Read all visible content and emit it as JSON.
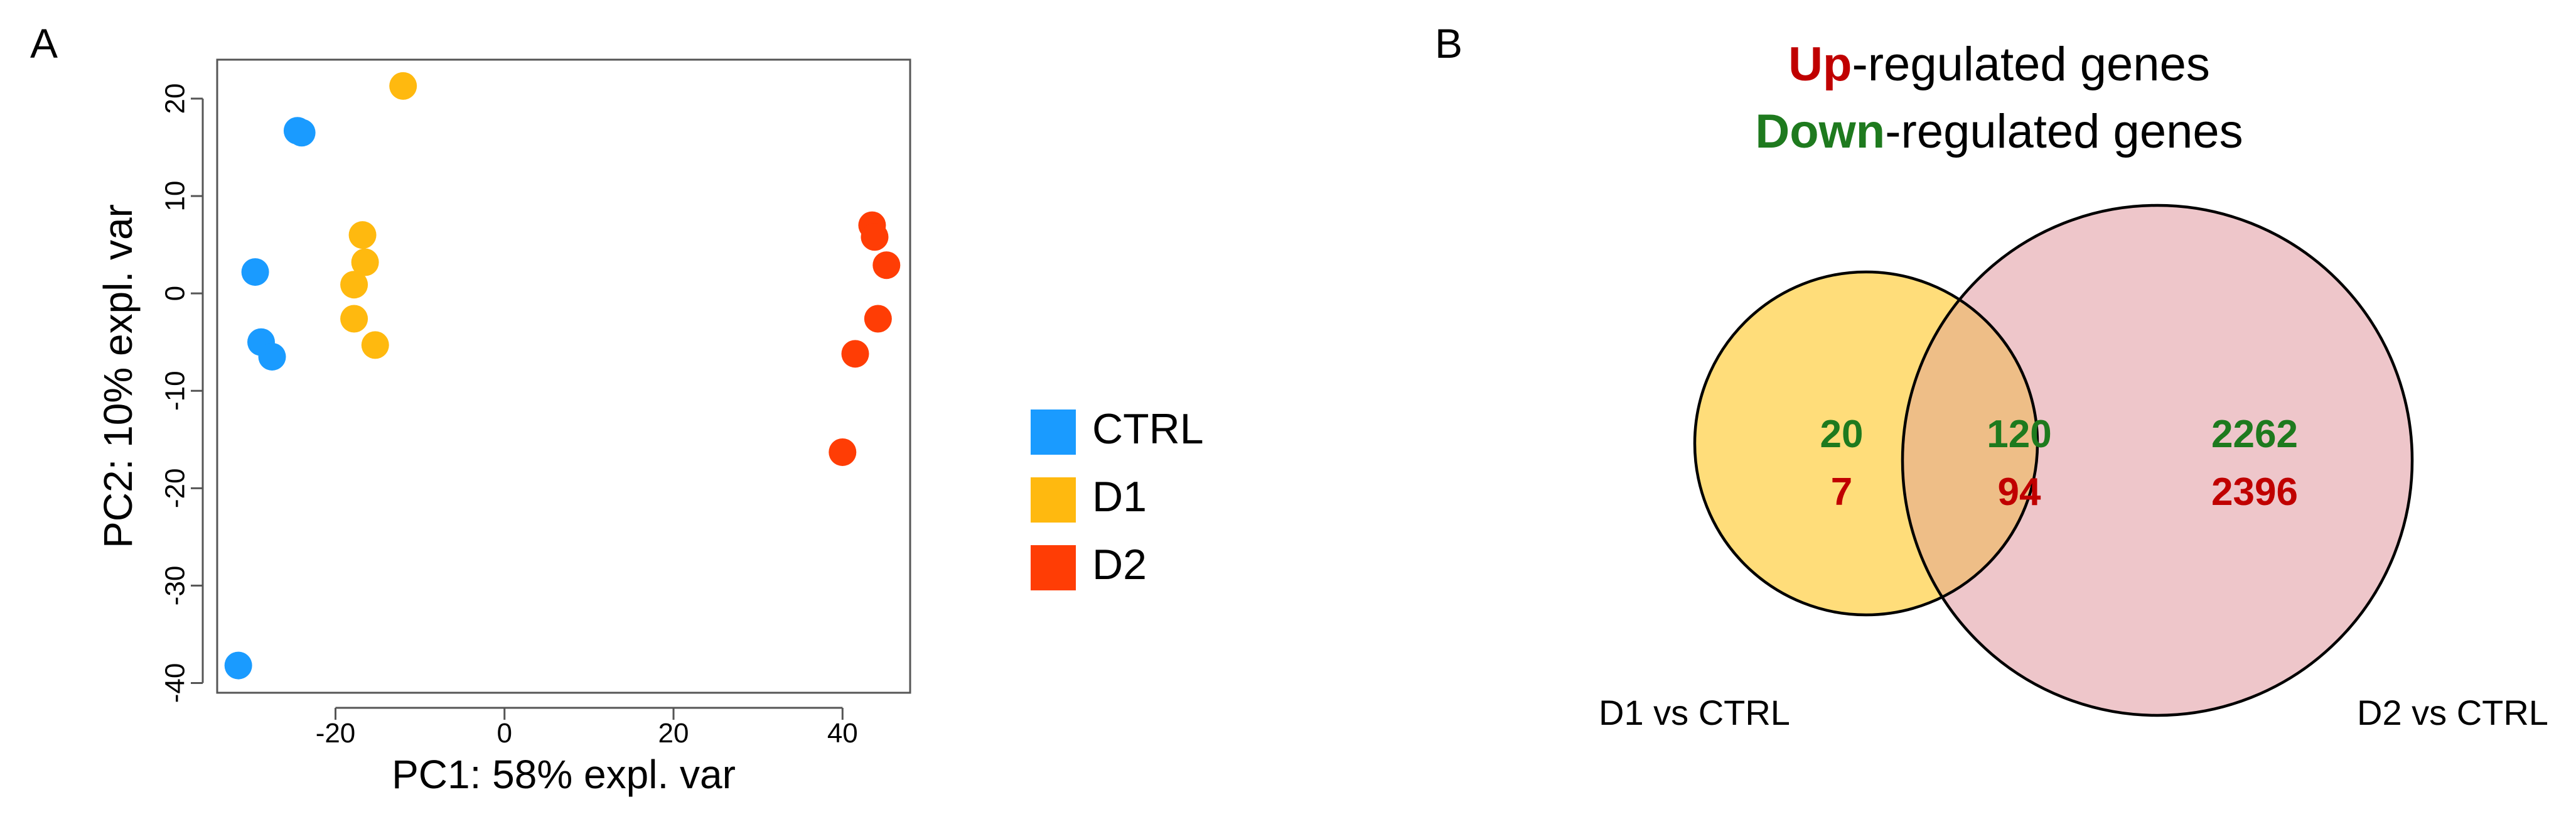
{
  "panels": {
    "a_label": "A",
    "b_label": "B"
  },
  "chart_data": [
    {
      "type": "scatter",
      "title": "",
      "xlabel": "PC1: 58% expl. var",
      "ylabel": "PC2: 10% expl. var",
      "xlim": [
        -34,
        48
      ],
      "ylim": [
        -41,
        24
      ],
      "xticks": [
        -20,
        0,
        20,
        40
      ],
      "yticks": [
        -40,
        -30,
        -20,
        -10,
        0,
        10,
        20
      ],
      "grid": false,
      "legend_position": "right",
      "series": [
        {
          "name": "CTRL",
          "color": "#1A9BFF",
          "points": [
            [
              -24.5,
              16.7
            ],
            [
              -24.0,
              16.5
            ],
            [
              -29.5,
              2.2
            ],
            [
              -28.8,
              -5.0
            ],
            [
              -27.5,
              -6.5
            ],
            [
              -31.5,
              -38.2
            ]
          ]
        },
        {
          "name": "D1",
          "color": "#FFB90F",
          "points": [
            [
              -12.0,
              21.3
            ],
            [
              -16.8,
              6.0
            ],
            [
              -16.5,
              3.2
            ],
            [
              -17.8,
              0.9
            ],
            [
              -17.8,
              -2.6
            ],
            [
              -15.3,
              -5.3
            ]
          ]
        },
        {
          "name": "D2",
          "color": "#FF3D05",
          "points": [
            [
              43.5,
              7.0
            ],
            [
              43.8,
              5.8
            ],
            [
              45.2,
              2.9
            ],
            [
              44.2,
              -2.6
            ],
            [
              41.5,
              -6.2
            ],
            [
              40.0,
              -16.3
            ]
          ]
        }
      ]
    },
    {
      "type": "venn",
      "title_lines": [
        {
          "emph": "Up",
          "rest": "-regulated genes",
          "emph_color": "#C00000"
        },
        {
          "emph": "Down",
          "rest": "-regulated genes",
          "emph_color": "#1E7A1E"
        }
      ],
      "sets": [
        {
          "name": "D1 vs CTRL",
          "fill": "#FFDD7A"
        },
        {
          "name": "D2 vs CTRL",
          "fill": "#EEC6CA"
        }
      ],
      "overlap_fill": "#EEBE87",
      "regions": [
        {
          "region": "D1 only",
          "down": "20",
          "up": "7"
        },
        {
          "region": "D1 and D2",
          "down": "120",
          "up": "94"
        },
        {
          "region": "D2 only",
          "down": "2262",
          "up": "2396"
        }
      ],
      "down_color": "#1E7A1E",
      "up_color": "#C00000"
    }
  ]
}
